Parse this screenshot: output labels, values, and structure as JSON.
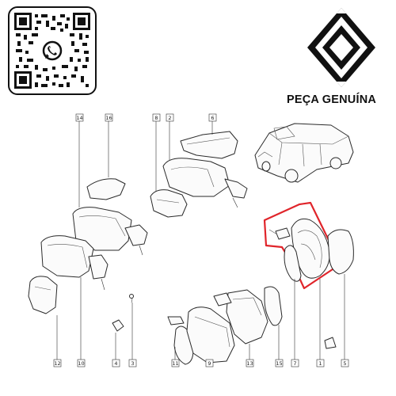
{
  "branding": {
    "badge_text": "PEÇA GENUÍNA",
    "logo_icon": "renault-diamond-logo",
    "qr_icon": "whatsapp-qr-code"
  },
  "diagram": {
    "callouts": [
      "14",
      "16",
      "8",
      "2",
      "6",
      "12",
      "10",
      "4",
      "3",
      "11",
      "9",
      "13",
      "15",
      "7",
      "1",
      "5"
    ],
    "highlight_color": "#e0252b"
  }
}
